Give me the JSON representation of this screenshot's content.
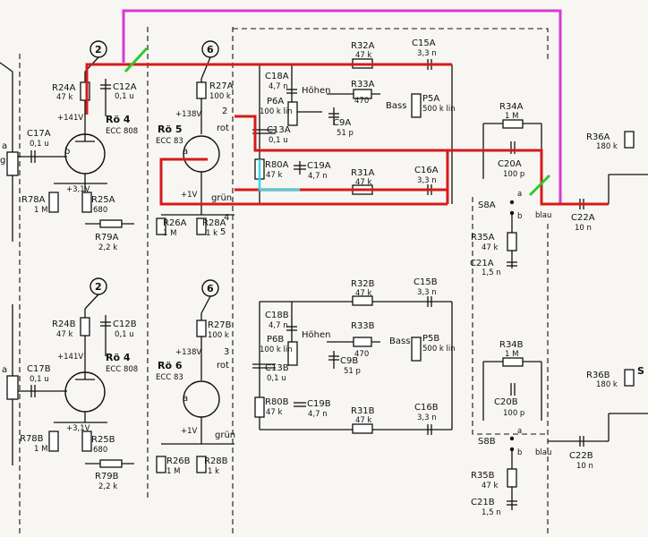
{
  "colors": {
    "overlay_red": "#d61a1a",
    "overlay_magenta": "#d63ad6",
    "overlay_green": "#2fc92f",
    "overlay_cyan": "#35d7e8"
  },
  "nodes": {
    "n2a": "2",
    "n6a": "6",
    "n2b": "2",
    "n6b": "6",
    "pin2": "2",
    "pin4": "4",
    "pin5": "5",
    "pin3": "3",
    "wire_rot_a": "rot",
    "wire_gruen_a": "grün",
    "wire_rot_b": "rot",
    "wire_gruen_b": "grün",
    "blau_a": "blau",
    "blau_b": "blau"
  },
  "tubes": {
    "ro4a": {
      "name": "Rö 4",
      "type": "ECC 808"
    },
    "ro5": {
      "name": "Rö 5",
      "type": "ECC 83"
    },
    "ro4b": {
      "name": "Rö 4",
      "type": "ECC 808"
    },
    "ro6": {
      "name": "Rö 6",
      "type": "ECC 83"
    }
  },
  "voltages": {
    "v141a": "+141V",
    "v138a": "+138V",
    "v31a": "+3,1V",
    "v1a": "+1V",
    "v141b": "+141V",
    "v138b": "+138V",
    "v31b": "+3,1V",
    "v1b": "+1V"
  },
  "pins": {
    "a": "a",
    "b": "b",
    "g": "g"
  },
  "controls": {
    "hoehen_a": "Höhen",
    "bass_a": "Bass",
    "hoehen_b": "Höhen",
    "bass_b": "Bass"
  },
  "parts": {
    "R24A": [
      "R24A",
      "47 k"
    ],
    "C12A": [
      "C12A",
      "0,1 u"
    ],
    "C17A": [
      "C17A",
      "0,1 u"
    ],
    "R78A": [
      "R78A",
      "1 M"
    ],
    "R25A": [
      "R25A",
      "680"
    ],
    "R79A": [
      "R79A",
      "2,2 k"
    ],
    "R27A": [
      "R27A",
      "100 k"
    ],
    "R26A": [
      "R26A",
      "1 M"
    ],
    "R28A": [
      "R28A",
      "1 k"
    ],
    "C18A": [
      "C18A",
      "4,7 n"
    ],
    "P6A": [
      "P6A",
      "100 k lin"
    ],
    "C13A": [
      "C13A",
      "0,1 u"
    ],
    "R80A": [
      "R80A",
      "47 k"
    ],
    "C19A": [
      "C19A",
      "4,7 n"
    ],
    "R32A": [
      "R32A",
      "47 k"
    ],
    "R33A": [
      "R33A",
      "470"
    ],
    "C9A": [
      "C9A",
      "51 p"
    ],
    "P5A": [
      "P5A",
      "500 k lin"
    ],
    "C15A": [
      "C15A",
      "3,3 n"
    ],
    "R31A": [
      "R31A",
      "47 k"
    ],
    "C16A": [
      "C16A",
      "3,3 n"
    ],
    "R34A": [
      "R34A",
      "1 M"
    ],
    "C20A": [
      "C20A",
      "100 p"
    ],
    "S8A": [
      "S8A",
      ""
    ],
    "R35A": [
      "R35A",
      "47 k"
    ],
    "C21A": [
      "C21A",
      "1,5 n"
    ],
    "R36A": [
      "R36A",
      "180 k"
    ],
    "C22A": [
      "C22A",
      "10 n"
    ],
    "R24B": [
      "R24B",
      "47 k"
    ],
    "C12B": [
      "C12B",
      "0,1 u"
    ],
    "C17B": [
      "C17B",
      "0,1 u"
    ],
    "R78B": [
      "R78B",
      "1 M"
    ],
    "R25B": [
      "R25B",
      "680"
    ],
    "R79B": [
      "R79B",
      "2,2 k"
    ],
    "R27B": [
      "R27B",
      "100 k"
    ],
    "R26B": [
      "R26B",
      "1 M"
    ],
    "R28B": [
      "R28B",
      "1 k"
    ],
    "C18B": [
      "C18B",
      "4,7 n"
    ],
    "P6B": [
      "P6B",
      "100 k lin"
    ],
    "C13B": [
      "C13B",
      "0,1 u"
    ],
    "R80B": [
      "R80B",
      "47 k"
    ],
    "C19B": [
      "C19B",
      "4,7 n"
    ],
    "R32B": [
      "R32B",
      "47 k"
    ],
    "R33B": [
      "R33B",
      "470"
    ],
    "C9B": [
      "C9B",
      "51 p"
    ],
    "P5B": [
      "P5B",
      "500 k lin"
    ],
    "C15B": [
      "C15B",
      "3,3 n"
    ],
    "R31B": [
      "R31B",
      "47 k"
    ],
    "C16B": [
      "C16B",
      "3,3 n"
    ],
    "R34B": [
      "R34B",
      "1 M"
    ],
    "C20B": [
      "C20B",
      "100 p"
    ],
    "S8B": [
      "S8B",
      ""
    ],
    "R35B": [
      "R35B",
      "47 k"
    ],
    "C21B": [
      "C21B",
      "1,5 n"
    ],
    "R36B": [
      "R36B",
      "180 k"
    ],
    "C22B": [
      "C22B",
      "10 n"
    ]
  },
  "edge_fragments": {
    "left_a": "a",
    "left_b": "a",
    "right_s": "S"
  }
}
